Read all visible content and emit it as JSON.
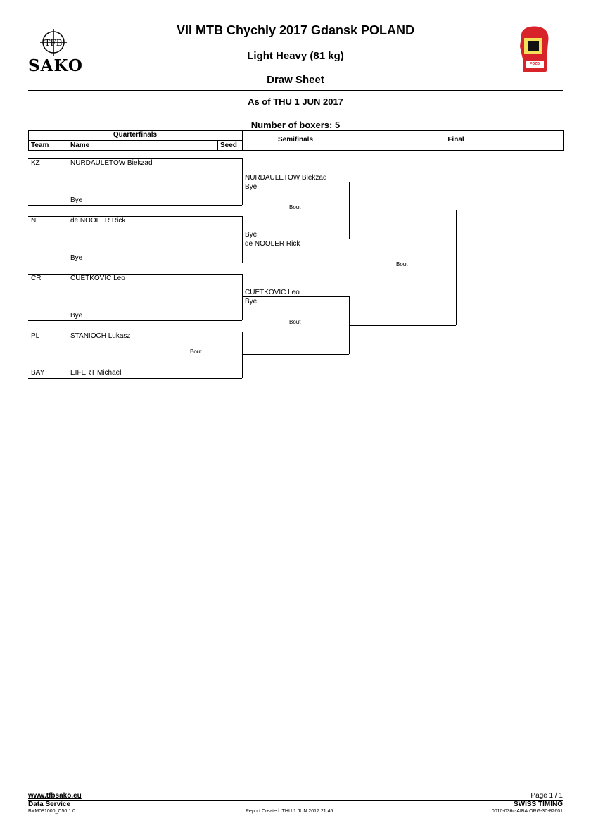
{
  "header": {
    "logo_left_text": "SAKO",
    "title": "VII MTB Chychly 2017 Gdansk POLAND",
    "weight_class": "Light Heavy (81 kg)",
    "sheet_type": "Draw Sheet",
    "as_of": "As of THU 1 JUN 2017",
    "num_boxers": "Number of boxers: 5",
    "glove_badge": "POZB"
  },
  "table_header": {
    "quarterfinals": "Quarterfinals",
    "team": "Team",
    "name": "Name",
    "seed": "Seed",
    "semifinals": "Semifinals",
    "final": "Final"
  },
  "quarterfinals": [
    {
      "team": "KZ",
      "name": "NURDAULETOW Biekzad",
      "opponent": "Bye"
    },
    {
      "team": "NL",
      "name": "de NOOLER Rick",
      "opponent": "Bye"
    },
    {
      "team": "CR",
      "name": "CUETKOVIC Leo",
      "opponent": "Bye"
    },
    {
      "team": "PL",
      "name": "STANIOCH Lukasz",
      "bout": "Bout"
    },
    {
      "team": "BAY",
      "name": "EIFERT Michael"
    }
  ],
  "semifinals": [
    {
      "top": "NURDAULETOW Biekzad",
      "top_sub": "Bye",
      "bout": "Bout",
      "bottom_sub": "Bye",
      "bottom": "de NOOLER Rick"
    },
    {
      "top": "CUETKOVIC Leo",
      "top_sub": "Bye",
      "bout": "Bout"
    }
  ],
  "final": {
    "bout": "Bout"
  },
  "footer": {
    "website": "www.tfbsako.eu",
    "data_service": "Data Service",
    "code": "BXM081000_C50 1.0",
    "report_created": "Report Created  THU 1 JUN 2017 21:45",
    "page": "Page 1 / 1",
    "swiss_timing": "SWISS TIMING",
    "ref": "0010-036c-AIBA.ORG-30-82601"
  }
}
